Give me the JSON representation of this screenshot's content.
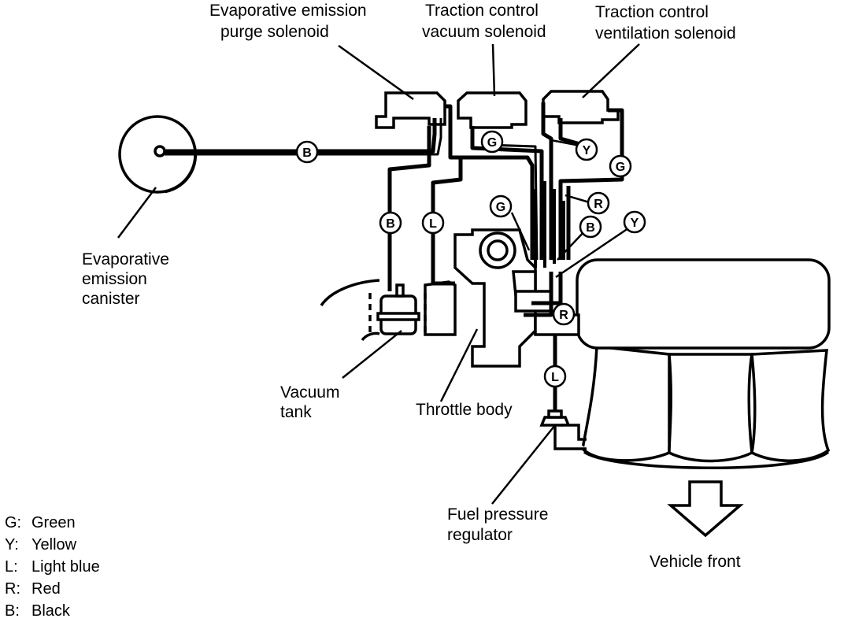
{
  "labels": {
    "purge_solenoid": [
      "Evaporative emission",
      "purge solenoid"
    ],
    "vacuum_solenoid": [
      "Traction control",
      "vacuum solenoid"
    ],
    "ventilation_solenoid": [
      "Traction control",
      "ventilation solenoid"
    ],
    "canister": [
      "Evaporative",
      "emission",
      "canister"
    ],
    "vacuum_tank": [
      "Vacuum",
      "tank"
    ],
    "throttle_body": [
      "Throttle body"
    ],
    "fuel_pressure_regulator": [
      "Fuel pressure",
      "regulator"
    ],
    "vehicle_front": [
      "Vehicle front"
    ]
  },
  "hose_tags": {
    "canister_line": "B",
    "purge_to_tank": "B",
    "light_blue_to_tank": "L",
    "vacuum_green_top": "G",
    "vacuum_green_mid": "G",
    "vent_yellow_top": "Y",
    "vent_green": "G",
    "red_upper": "R",
    "black_mid": "B",
    "yellow_mid": "Y",
    "red_lower": "R",
    "regulator_light_blue": "L"
  },
  "legend": [
    {
      "code": "G:",
      "name": "Green"
    },
    {
      "code": "Y:",
      "name": "Yellow"
    },
    {
      "code": "L:",
      "name": "Light blue"
    },
    {
      "code": "R:",
      "name": "Red"
    },
    {
      "code": "B:",
      "name": "Black"
    }
  ]
}
